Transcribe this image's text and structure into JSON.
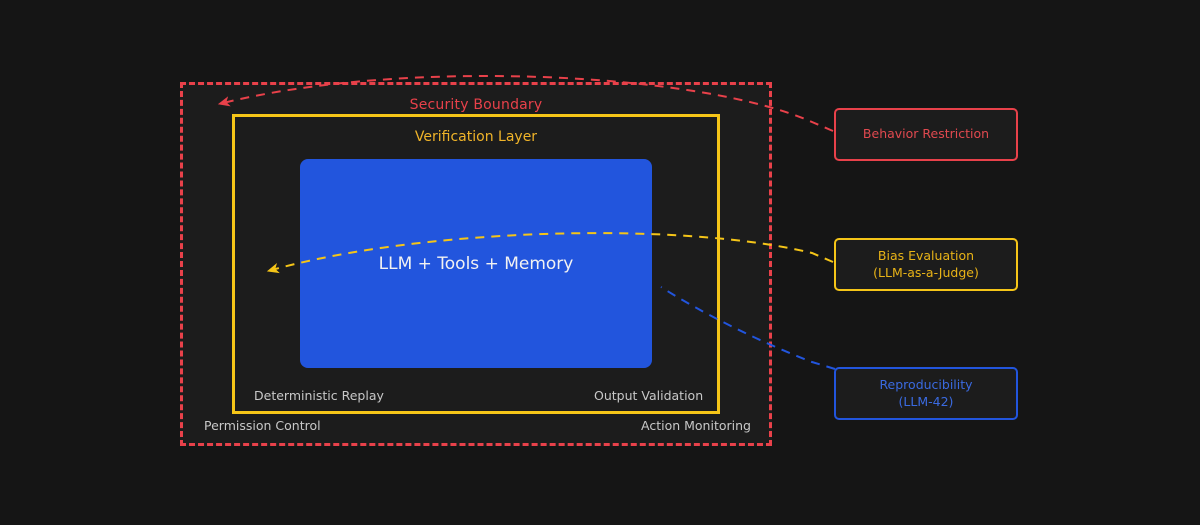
{
  "diagram": {
    "title_text": "Security Boundary",
    "background_color": "#151515"
  },
  "security_boundary": {
    "label": "Security Boundary",
    "color": "#e8414a",
    "style": "dashed"
  },
  "verification_layer": {
    "label": "Verification Layer",
    "color": "#f5c518",
    "style": "solid"
  },
  "core": {
    "label": "LLM + Tools + Memory",
    "color": "#2255dd",
    "text_color": "#f2f2f2"
  },
  "annotations": {
    "deterministic_replay": "Deterministic Replay",
    "output_validation": "Output Validation",
    "permission_control": "Permission Control",
    "action_monitoring": "Action Monitoring",
    "text_color": "#c8c8c8"
  },
  "side_boxes": [
    {
      "id": "behavior-restriction",
      "line1": "Behavior Restriction",
      "line2": "",
      "color": "#e8414a"
    },
    {
      "id": "bias-evaluation",
      "line1": "Bias Evaluation",
      "line2": "(LLM-as-a-Judge)",
      "color": "#f5c518"
    },
    {
      "id": "reproducibility",
      "line1": "Reproducibility",
      "line2": "(LLM-42)",
      "color": "#2255dd"
    }
  ],
  "arrows": [
    {
      "id": "behavior-restriction-arrow",
      "color": "#e8414a",
      "from": "behavior-restriction",
      "to": "security-boundary"
    },
    {
      "id": "bias-evaluation-arrow",
      "color": "#f5c518",
      "from": "bias-evaluation",
      "to": "core"
    },
    {
      "id": "reproducibility-arrow",
      "color": "#2255dd",
      "from": "reproducibility",
      "to": "core"
    }
  ]
}
